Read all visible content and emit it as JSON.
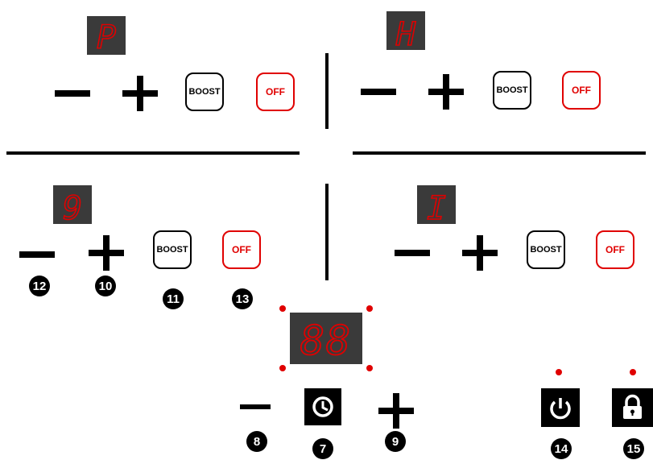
{
  "zones": {
    "top_left": {
      "display": "P",
      "boost": "BOOST",
      "off": "OFF"
    },
    "top_right": {
      "display": "H",
      "boost": "BOOST",
      "off": "OFF"
    },
    "bottom_left": {
      "display": "9",
      "boost": "BOOST",
      "off": "OFF"
    },
    "bottom_right": {
      "display": "I",
      "boost": "BOOST",
      "off": "OFF"
    }
  },
  "timer": {
    "display": "88"
  },
  "callouts": {
    "minus": "12",
    "plus": "10",
    "boost": "11",
    "off": "13",
    "timer_minus": "8",
    "timer": "7",
    "timer_plus": "9",
    "power": "14",
    "lock": "15"
  },
  "colors": {
    "segment_red": "#e00000",
    "display_bg": "#3a3a3a",
    "indicator_red": "#e00000"
  },
  "icons": [
    "minus-icon",
    "plus-icon",
    "clock-icon",
    "power-icon",
    "lock-icon"
  ]
}
